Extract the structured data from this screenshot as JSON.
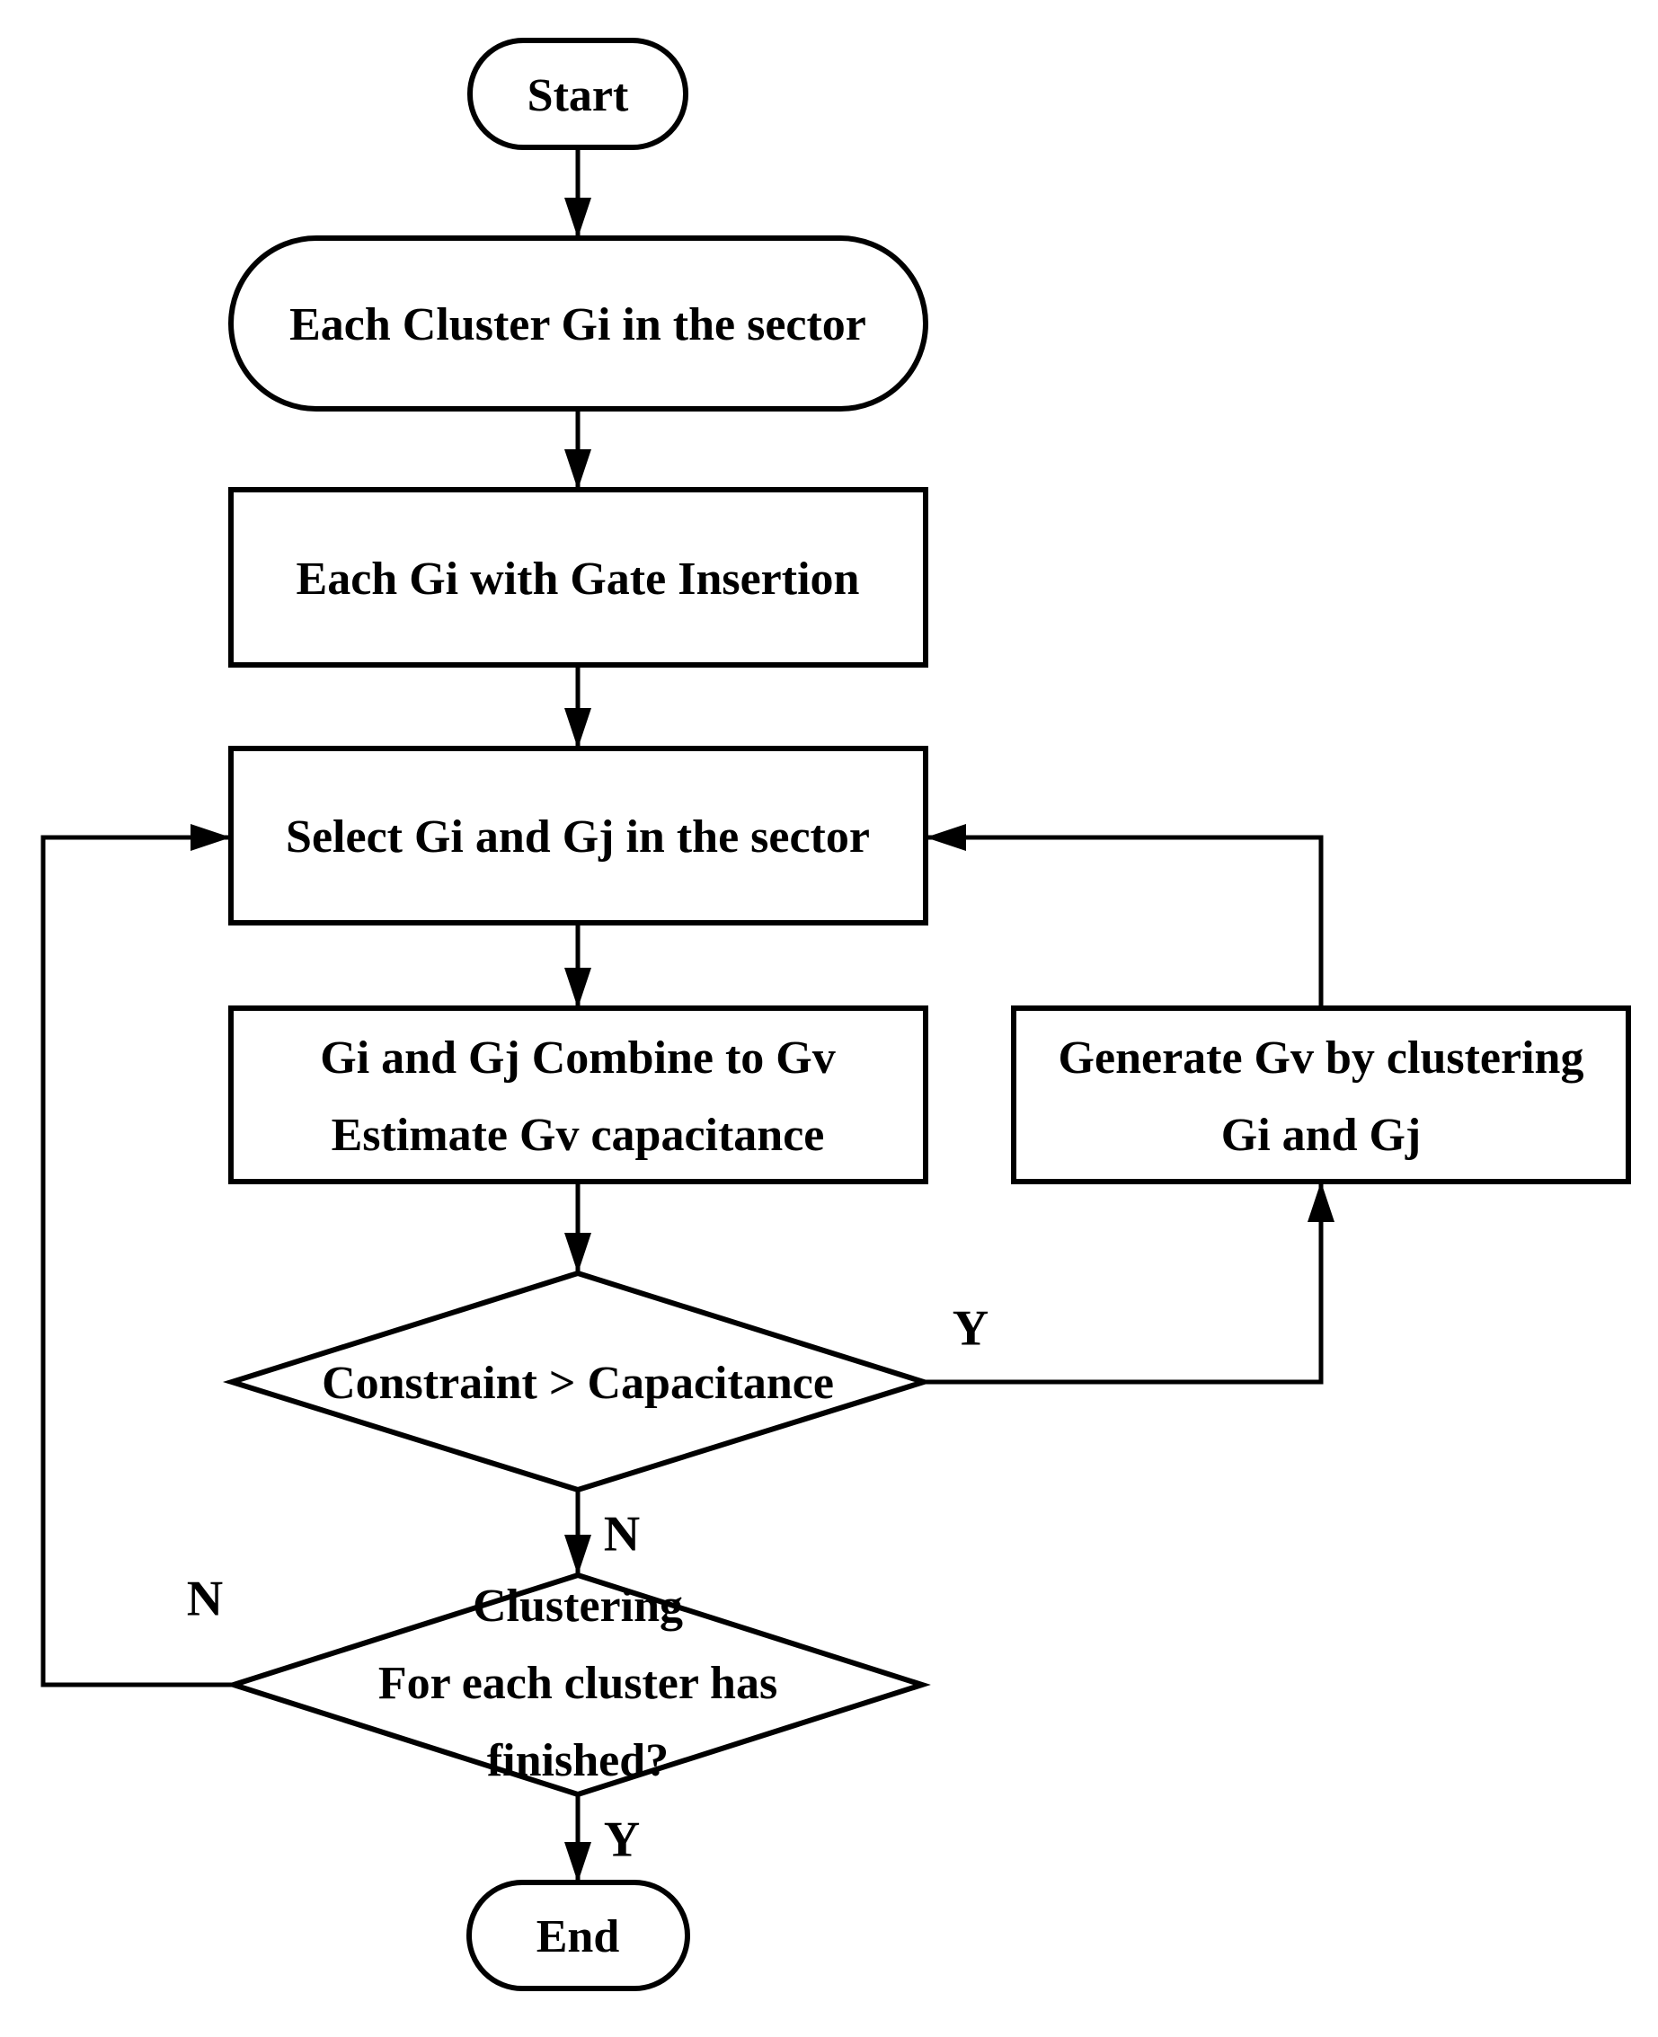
{
  "diagram": {
    "type": "flowchart",
    "background_color": "#ffffff",
    "stroke_color": "#000000",
    "nodes": {
      "start": {
        "type": "terminator",
        "label": "Start"
      },
      "each_cluster": {
        "type": "terminator",
        "label": "Each Cluster Gi in the sector"
      },
      "gate_insertion": {
        "type": "process",
        "label": "Each Gi with Gate Insertion"
      },
      "select_gi_gj": {
        "type": "process",
        "label": "Select Gi and Gj in the sector"
      },
      "combine": {
        "type": "process",
        "line1": "Gi and Gj Combine to Gv",
        "line2": "Estimate Gv capacitance"
      },
      "generate_gv": {
        "type": "process",
        "line1": "Generate Gv by clustering",
        "line2": "Gi and Gj"
      },
      "constraint_check": {
        "type": "decision",
        "label": "Constraint > Capacitance"
      },
      "finished_check": {
        "type": "decision",
        "line1": "Clustering",
        "line2": "For each cluster has",
        "line3": "finished?"
      },
      "end": {
        "type": "terminator",
        "label": "End"
      }
    },
    "edge_labels": {
      "constraint_yes": "Y",
      "constraint_no": "N",
      "finished_no": "N",
      "finished_yes": "Y"
    }
  }
}
